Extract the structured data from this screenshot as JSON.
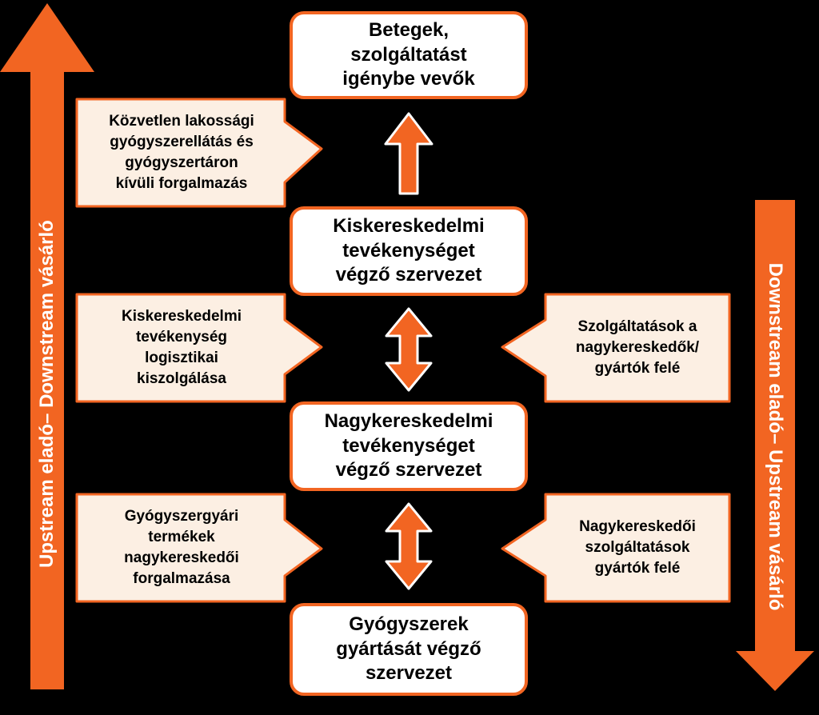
{
  "colors": {
    "background": "#000000",
    "accent": "#f26522",
    "light_fill": "#fcefe3",
    "box_fill": "#ffffff"
  },
  "main_boxes": {
    "patients": "Betegek,\nszolgáltatást\nigénybe vevők",
    "retail": "Kiskereskedelmi\ntevékenységet\nvégző szervezet",
    "wholesale": "Nagykereskedelmi\ntevékenységet\nvégző szervezet",
    "manufacturer": "Gyógyszerek\ngyártását végző\nszervezet"
  },
  "left_arrows": [
    "Közvetlen lakossági\ngyógyszerellátás és\ngyógyszertáron\nkívüli forgalmazás",
    "Kiskereskedelmi\ntevékenység\nlogisztikai\nkiszolgálása",
    "Gyógyszergyári\ntermékek\nnagykereskedői\nforgalmazása"
  ],
  "right_arrows": [
    "Szolgáltatások a\nnagykereskedők/\ngyártók felé",
    "Nagykereskedői\nszolgáltatások\ngyártók felé"
  ],
  "vertical_arrows": {
    "left_label": "Upstream eladó– Downstream vásárló",
    "right_label": "Downstream eladó– Upstream vásárló"
  }
}
